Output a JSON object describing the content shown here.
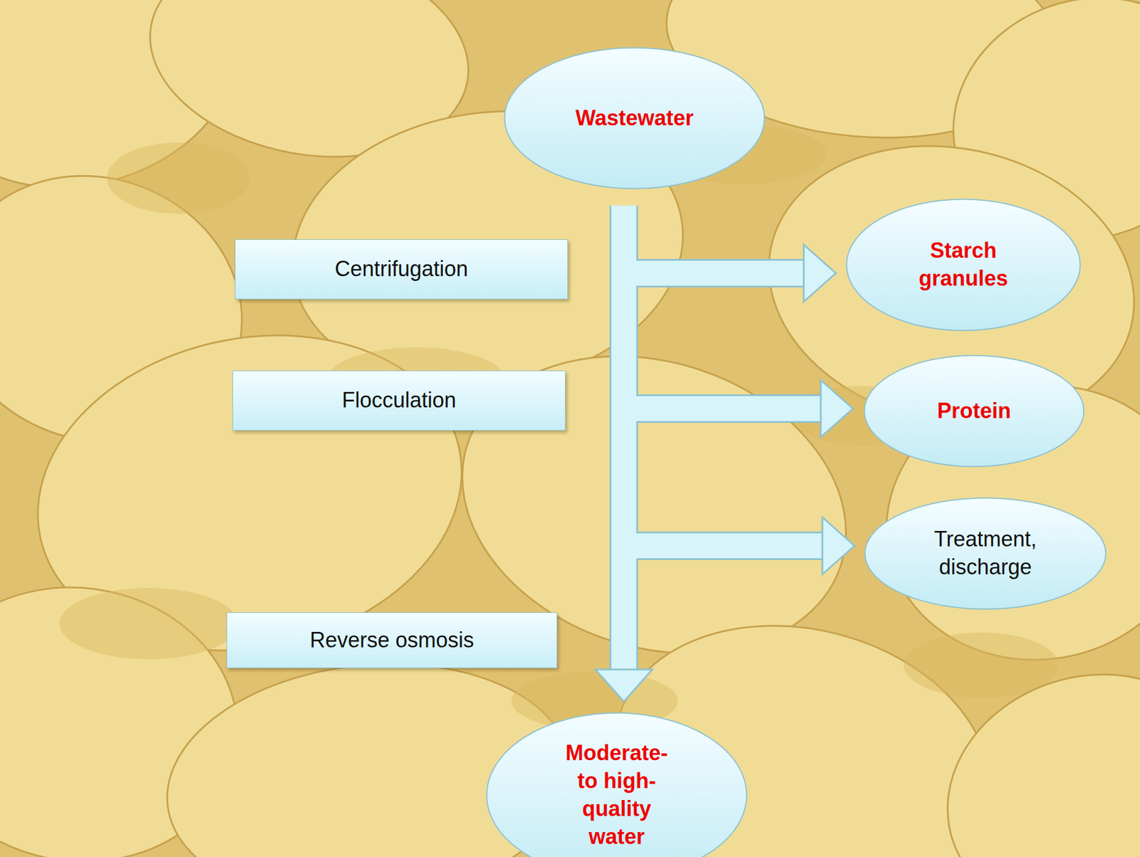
{
  "diagram": {
    "nodes": [
      {
        "text": [
          "Wastewater"
        ]
      },
      {
        "text": [
          "Centrifugation"
        ]
      },
      {
        "text": [
          "Starch granules"
        ]
      },
      {
        "text": [
          "Flocculation"
        ]
      },
      {
        "text": [
          "Protein"
        ]
      },
      {
        "text": [
          "Treatment, discharge"
        ]
      },
      {
        "text": [
          "Reverse osmosis"
        ]
      },
      {
        "text": [
          "Moderate- to high- quality water"
        ]
      }
    ],
    "edges": [
      {
        "from": 0,
        "to": 2,
        "arrow": "to"
      },
      {
        "from": 0,
        "to": 4,
        "arrow": "to"
      },
      {
        "from": 0,
        "to": 5,
        "arrow": "to"
      },
      {
        "from": 0,
        "to": 7,
        "arrow": "to"
      }
    ]
  }
}
